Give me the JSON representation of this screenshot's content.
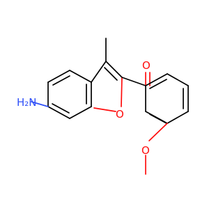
{
  "molecule": {
    "atoms": [
      {
        "id": "n_amine",
        "element": "N",
        "label": "H₂N",
        "color": "#3050f8"
      },
      {
        "id": "o_ring",
        "element": "O",
        "label": "O",
        "color": "#ff0d0d"
      },
      {
        "id": "o_ketone",
        "element": "O",
        "label": "O",
        "color": "#ff0d0d"
      },
      {
        "id": "o_methoxy",
        "element": "O",
        "label": "O",
        "color": "#ff0d0d"
      }
    ],
    "bond_color": "#000000"
  }
}
